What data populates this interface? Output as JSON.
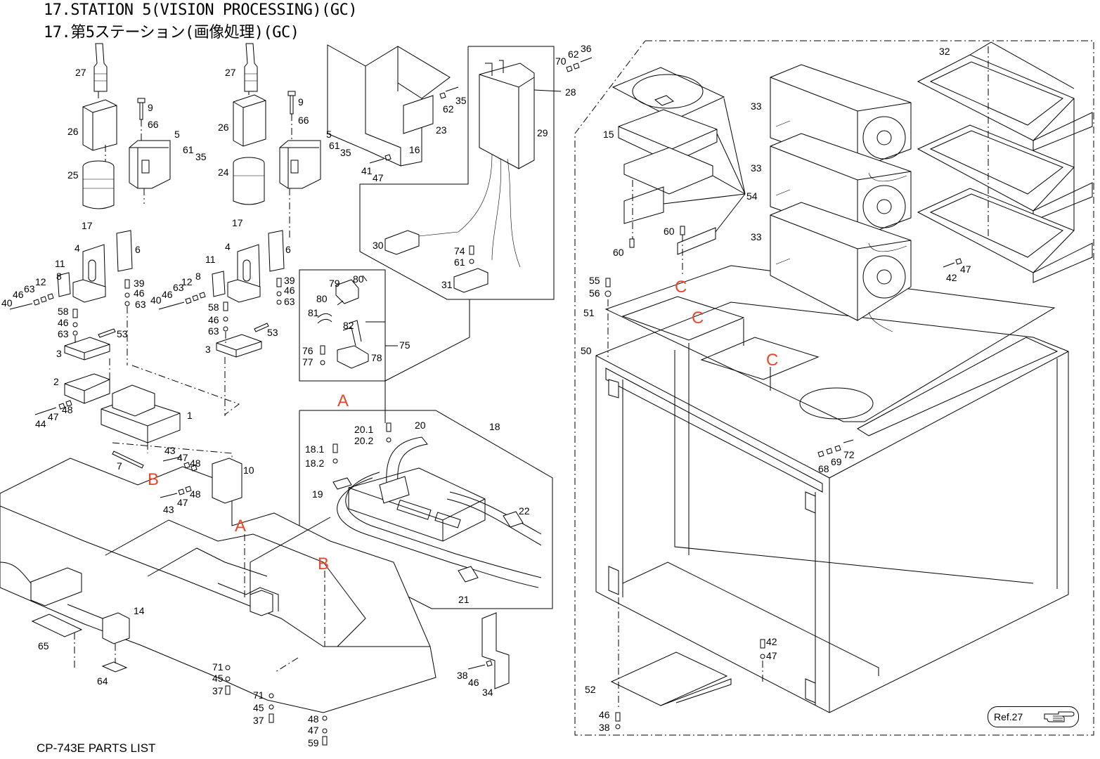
{
  "title": {
    "english": "17.STATION 5(VISION PROCESSING)(GC)",
    "japanese": "17.第5ステーション(画像処理)(GC)"
  },
  "footer": "CP-743E PARTS LIST",
  "reference": {
    "label": "Ref.27",
    "icon": "pointing-hand-icon"
  },
  "colors": {
    "callout": "#e8472e",
    "line": "#000000"
  },
  "callouts": [
    "A",
    "A",
    "B",
    "B",
    "C",
    "C",
    "C"
  ],
  "part_numbers": [
    "27",
    "26",
    "25",
    "9",
    "66",
    "5",
    "61",
    "35",
    "4",
    "17",
    "6",
    "11",
    "8",
    "12",
    "63",
    "46",
    "40",
    "39",
    "46",
    "63",
    "58",
    "46",
    "63",
    "3",
    "53",
    "2",
    "1",
    "44",
    "47",
    "48",
    "7",
    "27",
    "26",
    "24",
    "9",
    "66",
    "5",
    "61",
    "35",
    "4",
    "17",
    "6",
    "11",
    "8",
    "12",
    "63",
    "46",
    "40",
    "39",
    "46",
    "63",
    "58",
    "46",
    "63",
    "3",
    "53",
    "23",
    "62",
    "35",
    "16",
    "41",
    "47",
    "28",
    "29",
    "70",
    "62",
    "36",
    "30",
    "74",
    "61",
    "31",
    "79",
    "80",
    "80",
    "81",
    "82",
    "75",
    "76",
    "77",
    "78",
    "20.1",
    "20",
    "20.2",
    "18",
    "18.1",
    "18.2",
    "19",
    "22",
    "21",
    "43",
    "47",
    "48",
    "10",
    "43",
    "47",
    "48",
    "14",
    "65",
    "64",
    "71",
    "45",
    "37",
    "71",
    "45",
    "37",
    "48",
    "47",
    "59",
    "38",
    "46",
    "34",
    "15",
    "54",
    "60",
    "60",
    "55",
    "56",
    "51",
    "50",
    "68",
    "69",
    "72",
    "42",
    "47",
    "52",
    "46",
    "38",
    "33",
    "33",
    "33",
    "32",
    "47",
    "42"
  ]
}
